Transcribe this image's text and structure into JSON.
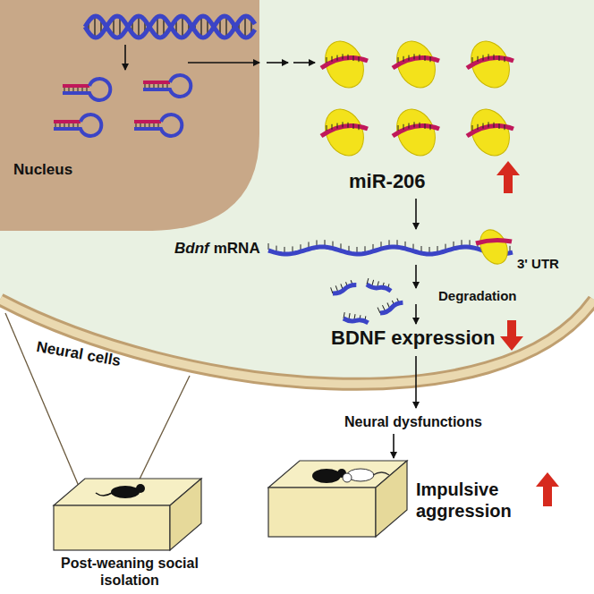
{
  "diagram": {
    "nodes": [
      {
        "text": [
          "Nucleus"
        ]
      },
      {
        "text": [
          "Post-weaning social isolation"
        ]
      },
      {
        "text": [
          "Impulsive aggression"
        ]
      }
    ],
    "labels": [
      "Neural cells",
      "miR-206",
      "Bdnf",
      "mRNA",
      "3' UTR",
      "Degradation",
      "BDNF expression",
      "Neural dysfunctions"
    ]
  }
}
